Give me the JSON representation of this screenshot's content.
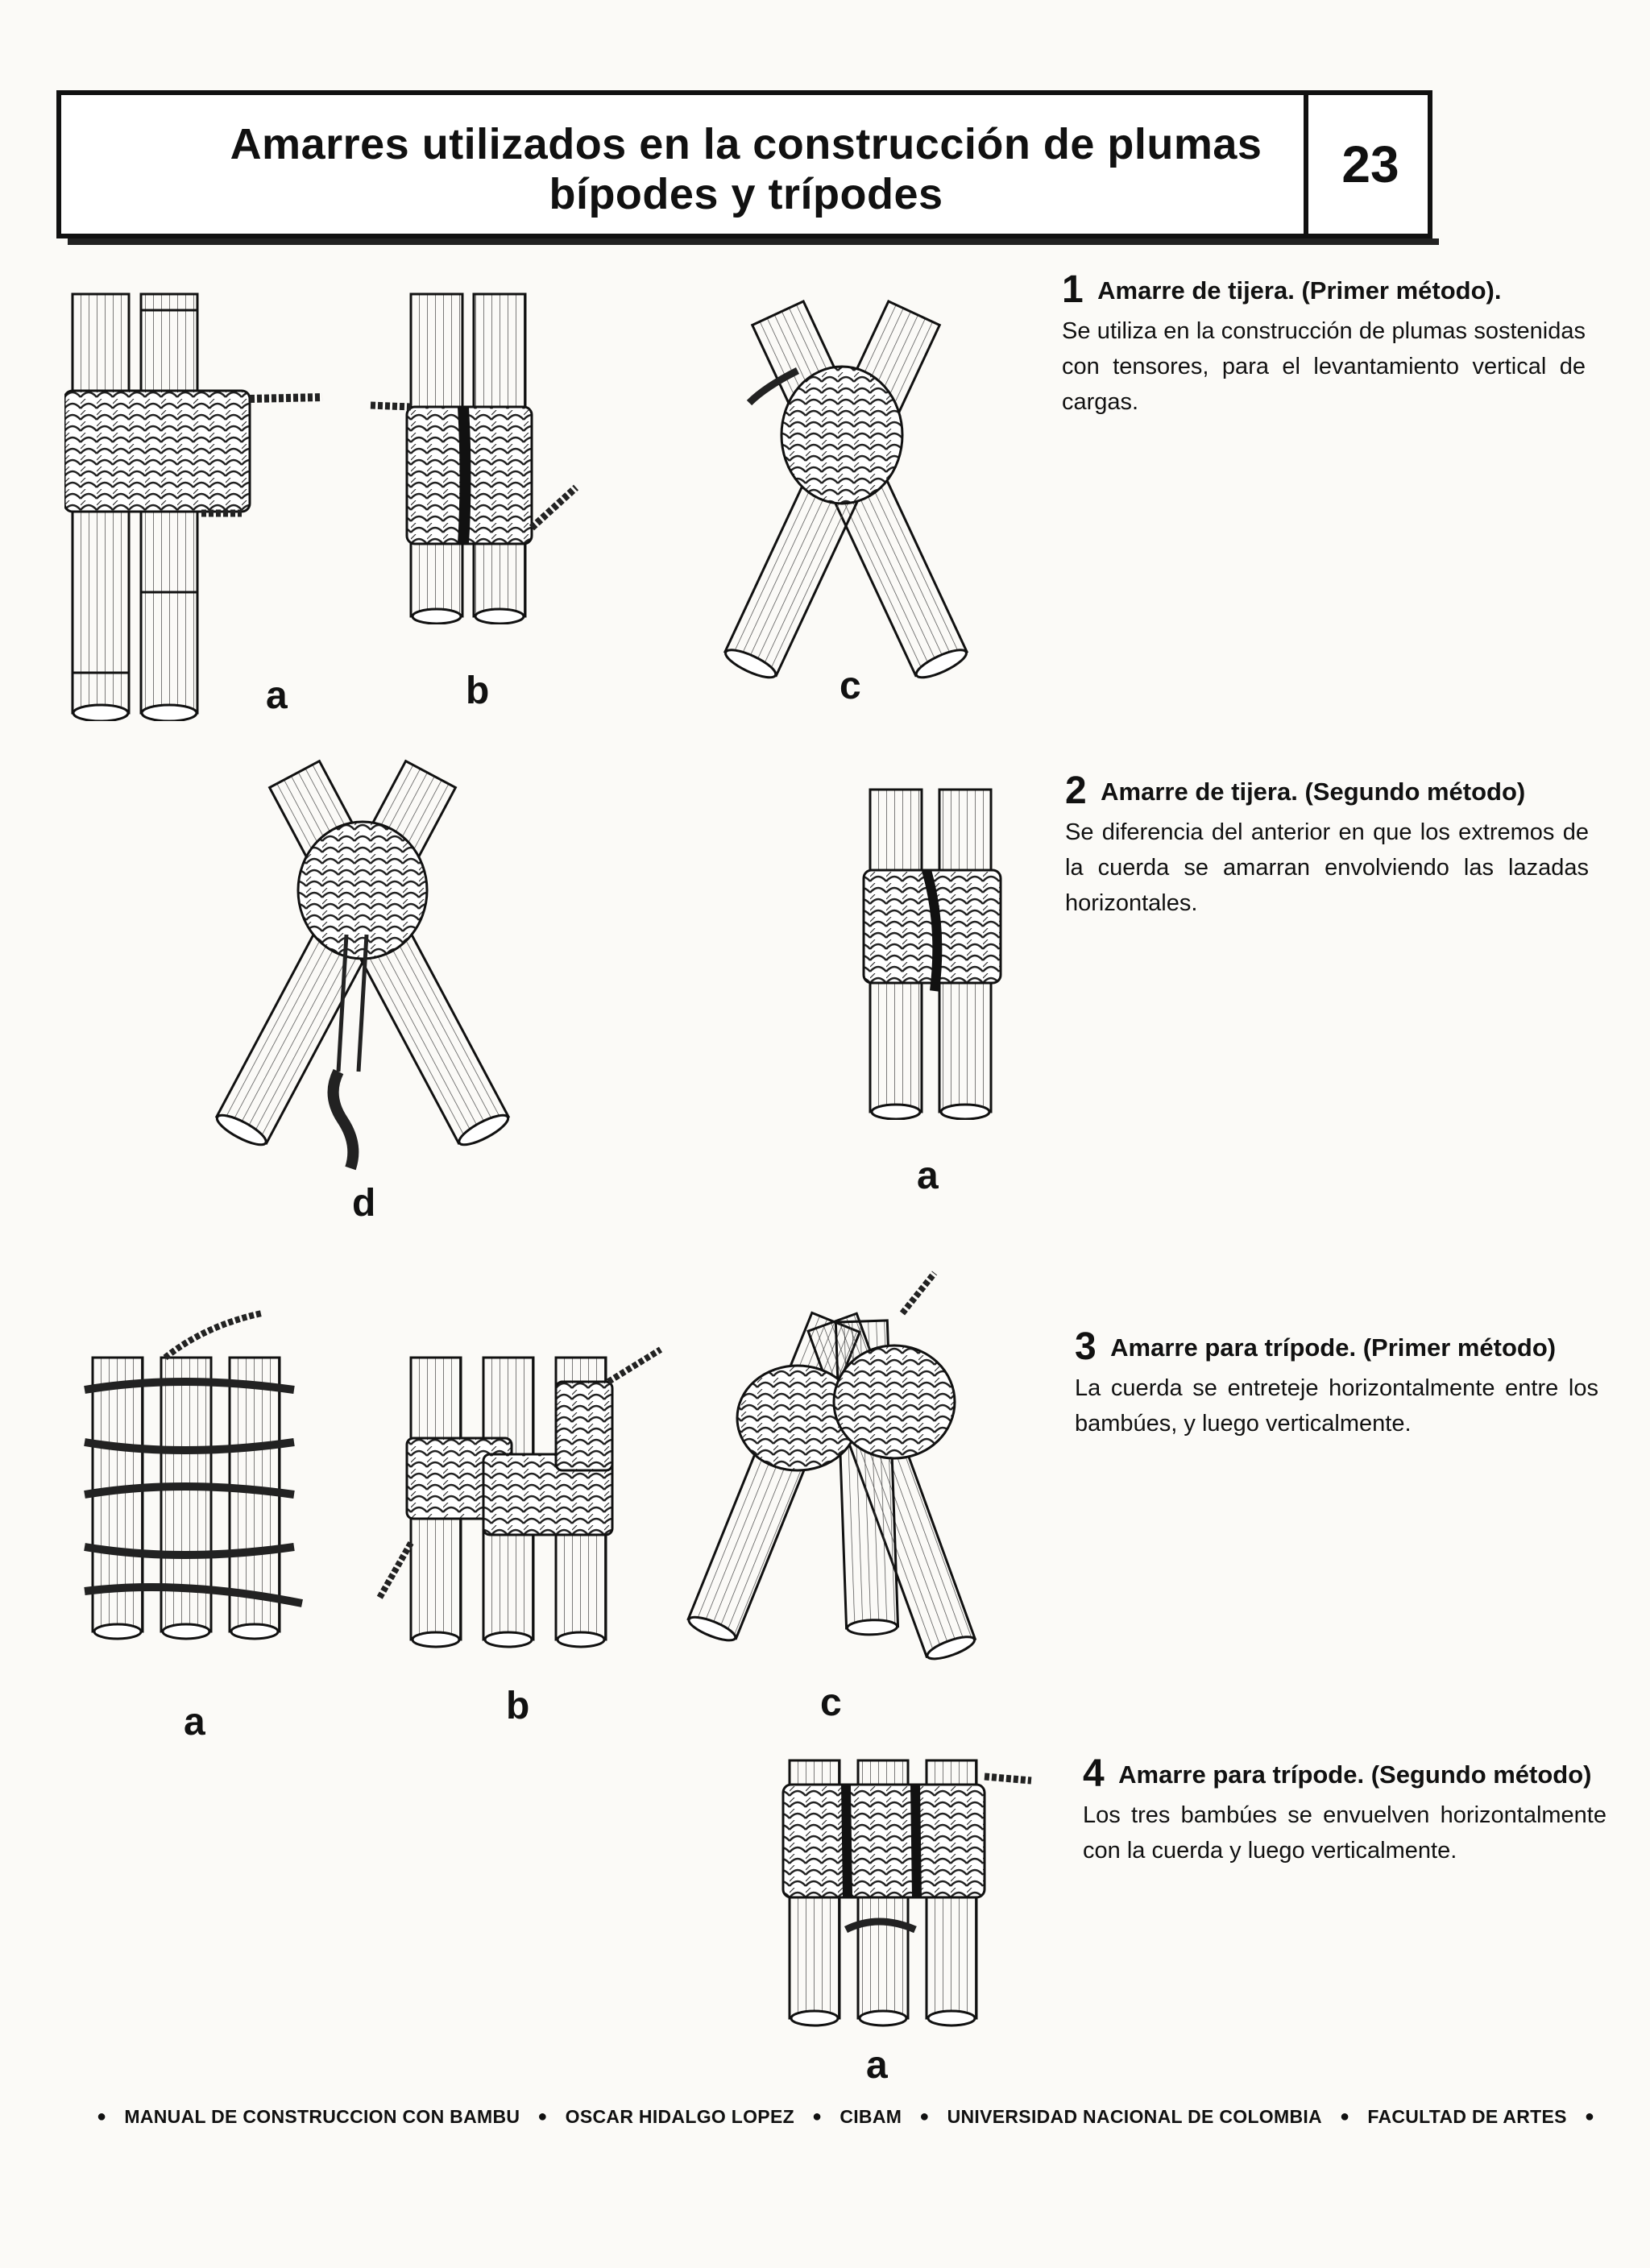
{
  "header": {
    "title_line1": "Amarres utilizados en la construcción de plumas",
    "title_line2": "bípodes y trípodes",
    "page_number": "23"
  },
  "sections": [
    {
      "number": "1",
      "heading": "Amarre de tijera. (Primer método).",
      "body": "Se utiliza en la construcción de plumas sostenidas con tensores, para el levantamiento vertical de cargas."
    },
    {
      "number": "2",
      "heading": "Amarre de tijera. (Segundo método)",
      "body": "Se diferencia del anterior en que los extremos de la cuerda se amarran envolviendo las lazadas horizontales."
    },
    {
      "number": "3",
      "heading": "Amarre para trípode. (Primer método)",
      "body": "La cuerda se entreteje horizontalmente entre los bambúes, y luego verticalmente."
    },
    {
      "number": "4",
      "heading": "Amarre para trípode. (Segundo método)",
      "body": "Los tres bambúes se envuelven horizontalmente con la cuerda y luego verticalmente."
    }
  ],
  "figure_labels": {
    "s1_a": "a",
    "s1_b": "b",
    "s1_c": "c",
    "s1_d": "d",
    "s2_a": "a",
    "s3_a": "a",
    "s3_b": "b",
    "s3_c": "c",
    "s4_a": "a"
  },
  "footer": {
    "items": [
      "MANUAL DE CONSTRUCCION CON BAMBU",
      "OSCAR HIDALGO LOPEZ",
      "CIBAM",
      "UNIVERSIDAD NACIONAL DE COLOMBIA",
      "FACULTAD DE ARTES"
    ]
  }
}
